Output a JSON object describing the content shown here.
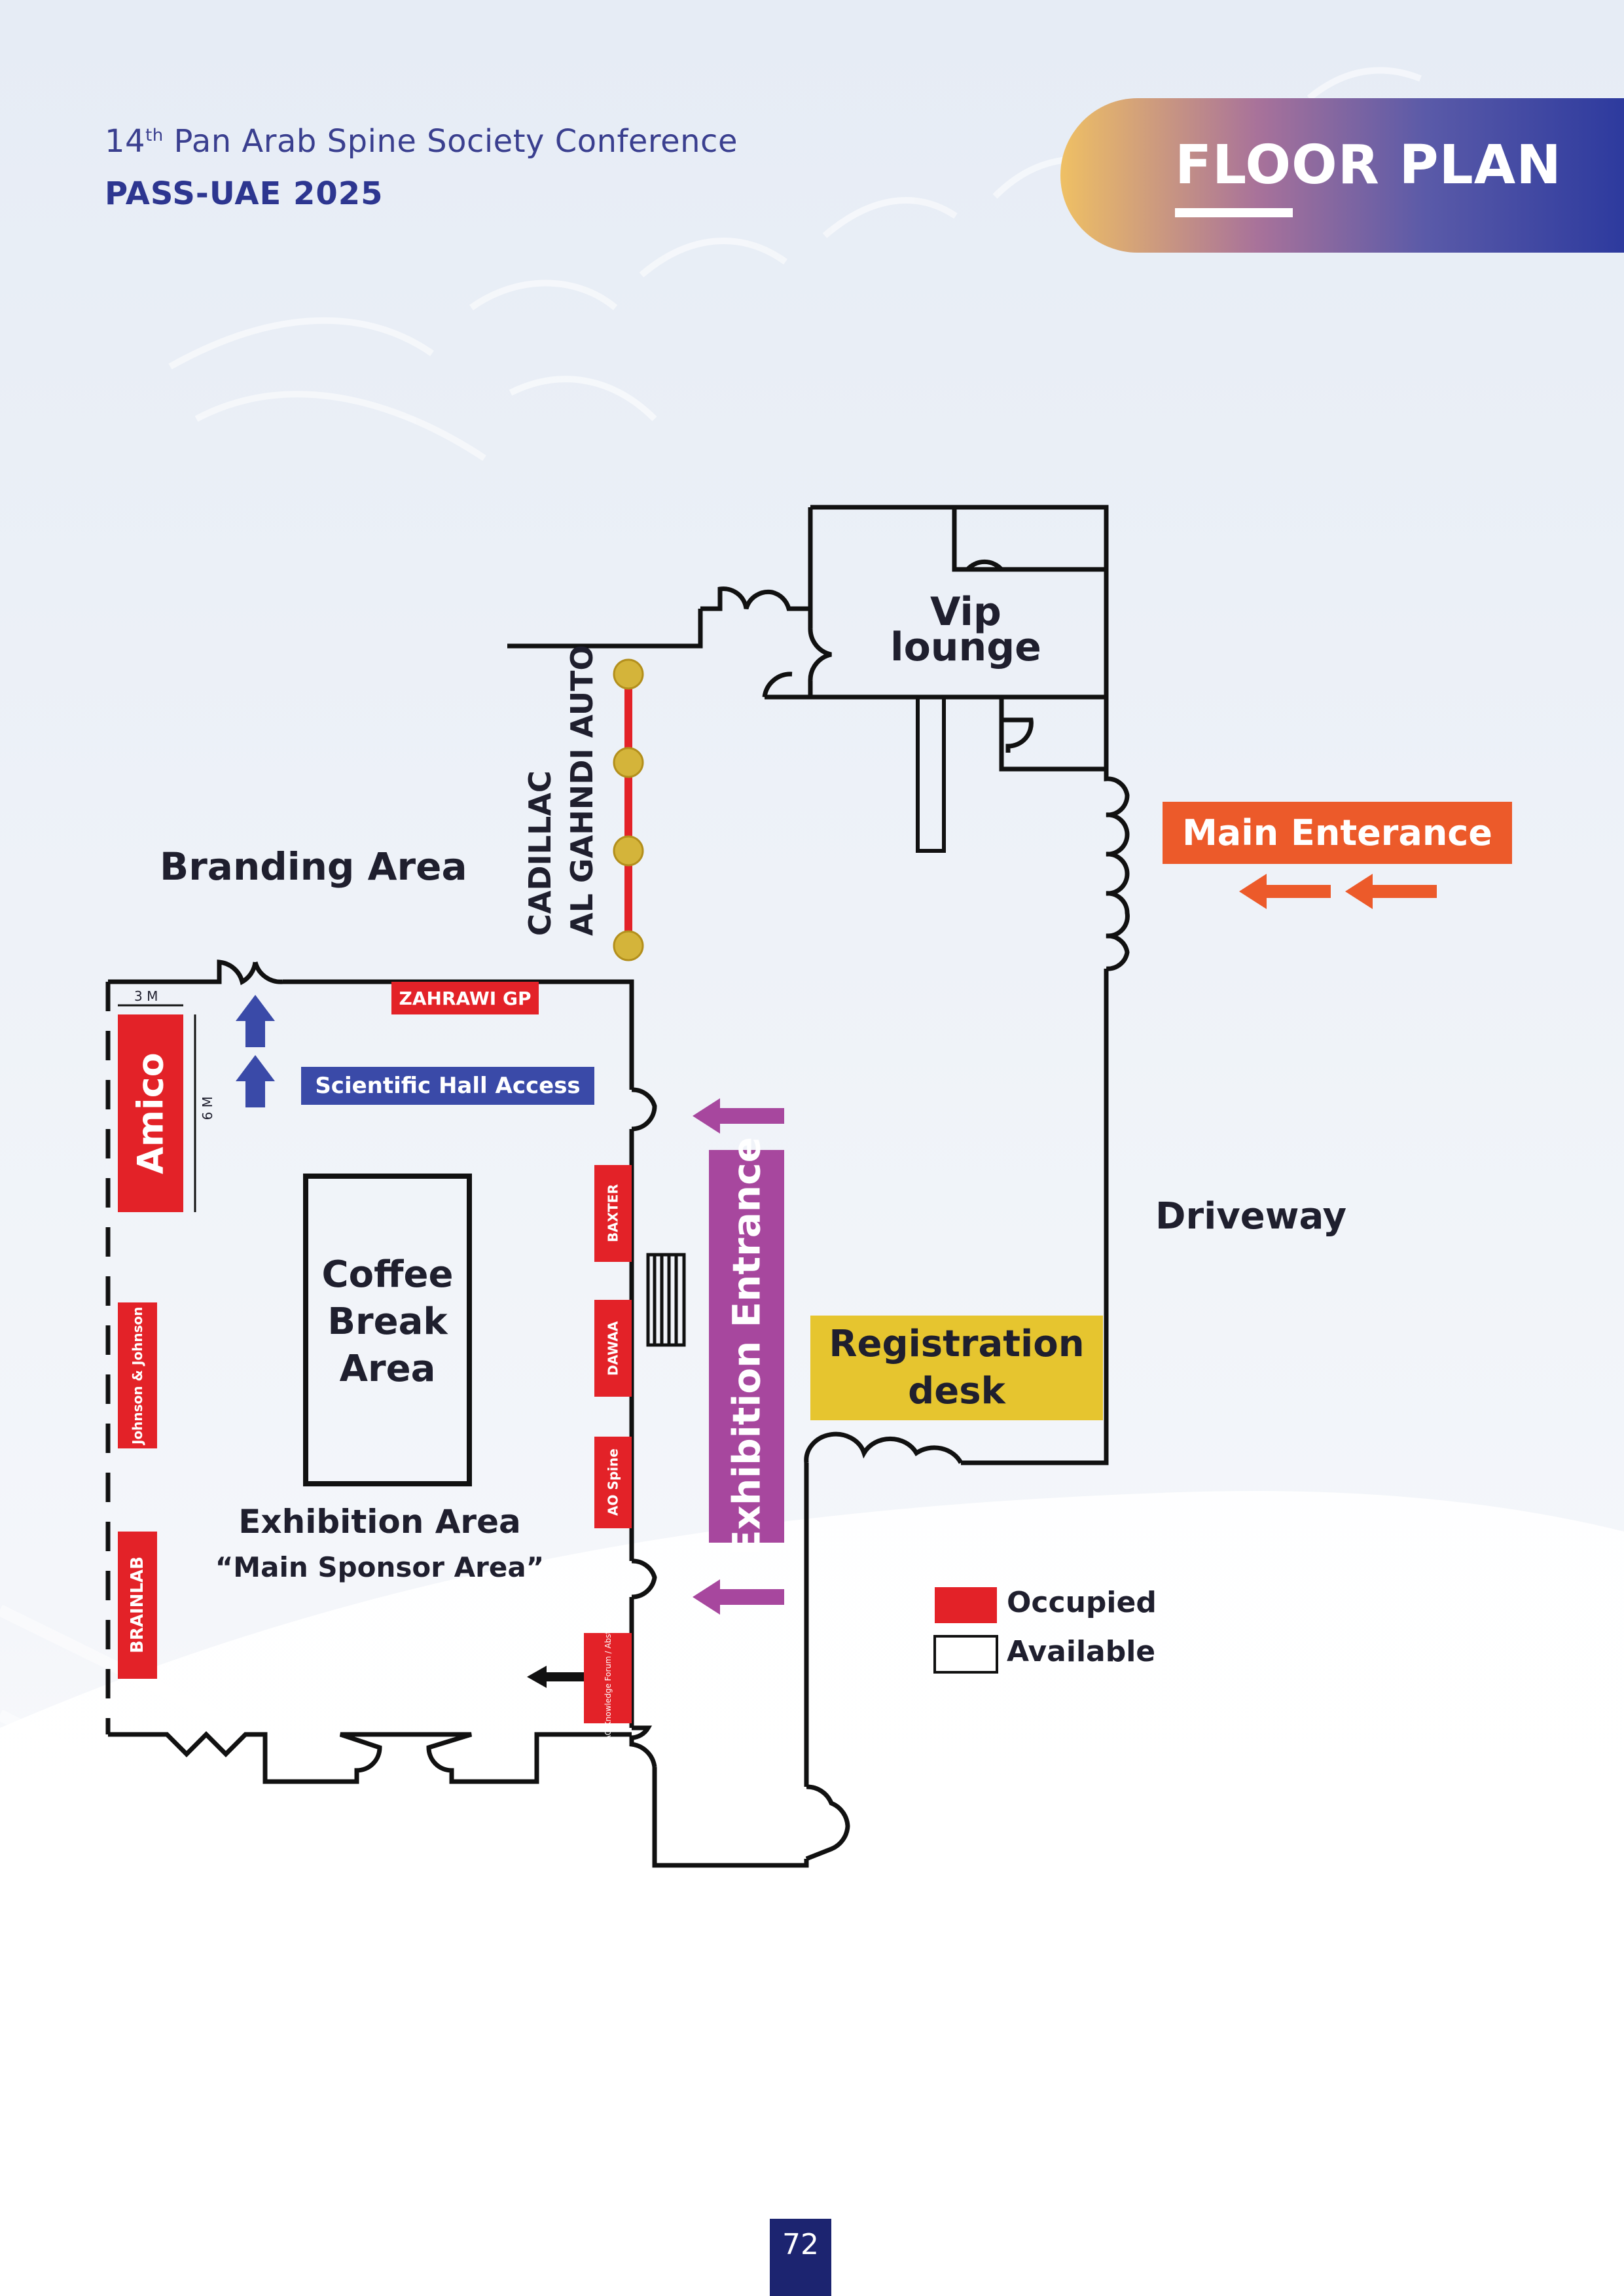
{
  "header": {
    "conference_prefix": "14",
    "conference_sup": "th",
    "conference_rest": "Pan Arab Spine Society Conference",
    "event_code": "PASS-UAE 2025",
    "banner_title": "FLOOR PLAN"
  },
  "plan": {
    "vip_lounge": [
      "Vip",
      "lounge"
    ],
    "sponsor_line1": "CADILLAC",
    "sponsor_line2": "AL GAHNDI AUTO",
    "branding_area": "Branding Area",
    "main_entrance": "Main Enterance",
    "driveway": "Driveway",
    "registration": [
      "Registration",
      "desk"
    ],
    "exhibition_entrance": "Exhibition Entrance",
    "scientific_hall_access": "Scientific Hall Access",
    "coffee_break": [
      "Coffee",
      "Break",
      "Area"
    ],
    "exhibition_area": "Exhibition Area",
    "main_sponsor_area": "“Main Sponsor Area”",
    "dim_width": "3 M",
    "dim_height": "6 M"
  },
  "booths": {
    "zahrawi": "ZAHRAWI GP",
    "amico": "Amico",
    "jnj": "Johnson & Johnson",
    "brainlab": "BRAINLAB",
    "baxter": "BAXTER",
    "dawaa": "DAWAA",
    "ao_spine": "AO Spine",
    "ao_knowledge_1": "AO Knowledge",
    "ao_knowledge_2": "Forum / Abstract"
  },
  "legend": {
    "occupied": "Occupied",
    "available": "Available"
  },
  "colors": {
    "occupied": "#e32228",
    "scientific": "#3a4aa8",
    "exhibition": "#a7479e",
    "registration": "#e6c52f",
    "entrance": "#ec5a2a",
    "navy": "#1c2470"
  },
  "page_number": "72"
}
